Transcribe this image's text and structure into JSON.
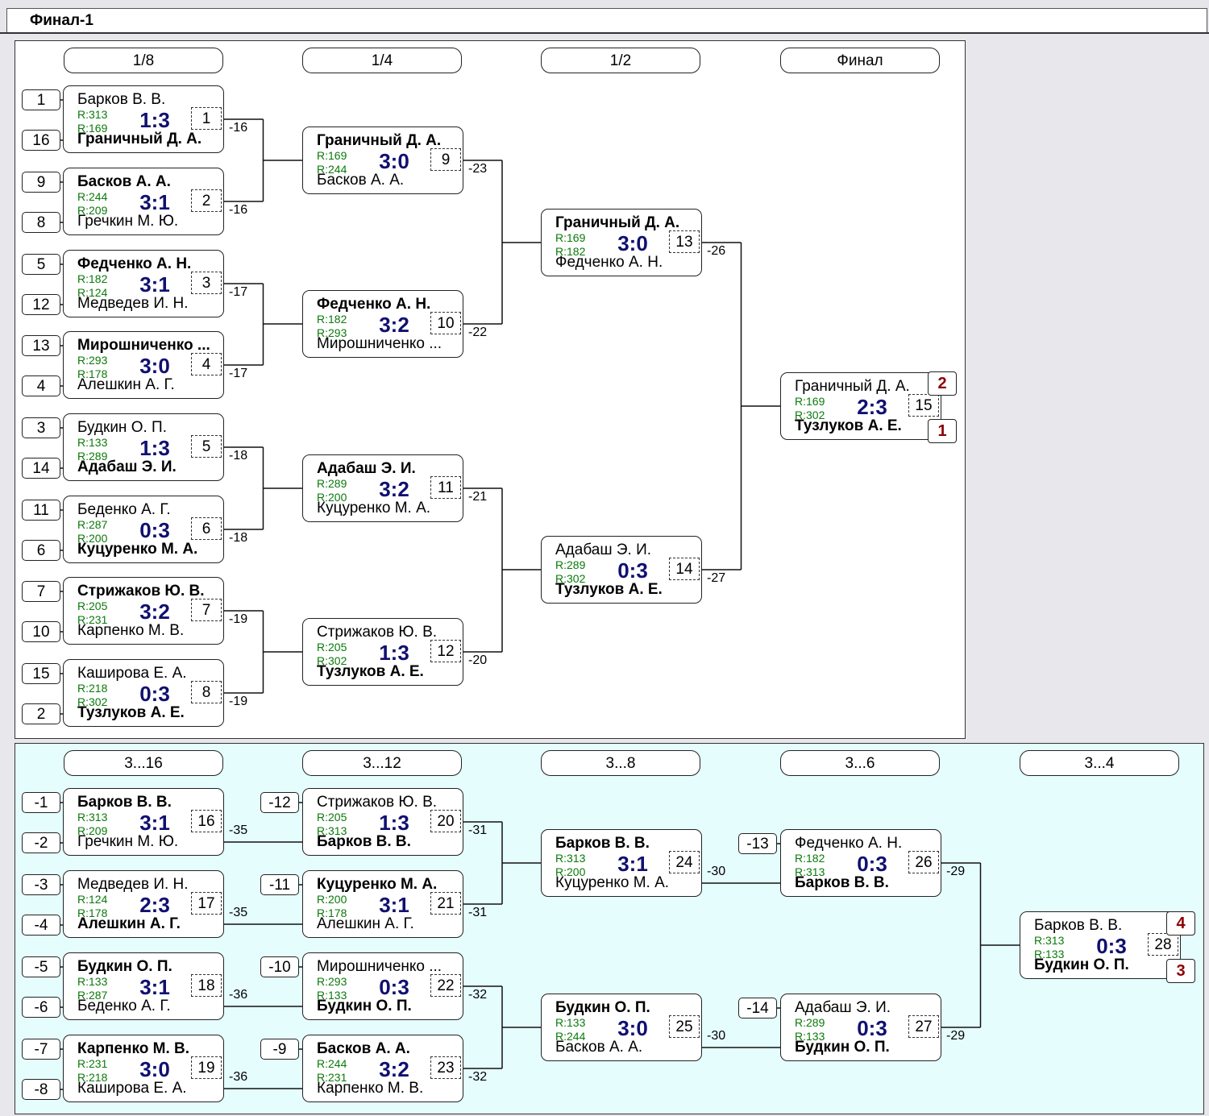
{
  "title": "Финал-1",
  "main_headers": [
    "1/8",
    "1/4",
    "1/2",
    "Финал"
  ],
  "cons_headers": [
    "3...16",
    "3...12",
    "3...8",
    "3...6",
    "3...4"
  ],
  "matches": [
    {
      "id": "1",
      "p1": "Барков В. В.",
      "r1": "R:313",
      "p2": "Граничный Д. А.",
      "r2": "R:169",
      "score": "1:3",
      "winner": 2,
      "loser_label": "-16"
    },
    {
      "id": "2",
      "p1": "Басков А. А.",
      "r1": "R:244",
      "p2": "Гречкин М. Ю.",
      "r2": "R:209",
      "score": "3:1",
      "winner": 1,
      "loser_label": "-16"
    },
    {
      "id": "3",
      "p1": "Федченко А. Н.",
      "r1": "R:182",
      "p2": "Медведев И. Н.",
      "r2": "R:124",
      "score": "3:1",
      "winner": 1,
      "loser_label": "-17"
    },
    {
      "id": "4",
      "p1": "Мирошниченко ...",
      "r1": "R:293",
      "p2": "Алешкин А. Г.",
      "r2": "R:178",
      "score": "3:0",
      "winner": 1,
      "loser_label": "-17"
    },
    {
      "id": "5",
      "p1": "Будкин О. П.",
      "r1": "R:133",
      "p2": "Адабаш Э. И.",
      "r2": "R:289",
      "score": "1:3",
      "winner": 2,
      "loser_label": "-18"
    },
    {
      "id": "6",
      "p1": "Беденко А. Г.",
      "r1": "R:287",
      "p2": "Куцуренко М. А.",
      "r2": "R:200",
      "score": "0:3",
      "winner": 2,
      "loser_label": "-18"
    },
    {
      "id": "7",
      "p1": "Стрижаков Ю. В.",
      "r1": "R:205",
      "p2": "Карпенко М. В.",
      "r2": "R:231",
      "score": "3:2",
      "winner": 1,
      "loser_label": "-19"
    },
    {
      "id": "8",
      "p1": "Каширова Е. А.",
      "r1": "R:218",
      "p2": "Тузлуков А. Е.",
      "r2": "R:302",
      "score": "0:3",
      "winner": 2,
      "loser_label": "-19"
    },
    {
      "id": "9",
      "p1": "Граничный Д. А.",
      "r1": "R:169",
      "p2": "Басков А. А.",
      "r2": "R:244",
      "score": "3:0",
      "winner": 1,
      "loser_label": "-23"
    },
    {
      "id": "10",
      "p1": "Федченко А. Н.",
      "r1": "R:182",
      "p2": "Мирошниченко ...",
      "r2": "R:293",
      "score": "3:2",
      "winner": 1,
      "loser_label": "-22"
    },
    {
      "id": "11",
      "p1": "Адабаш Э. И.",
      "r1": "R:289",
      "p2": "Куцуренко М. А.",
      "r2": "R:200",
      "score": "3:2",
      "winner": 1,
      "loser_label": "-21"
    },
    {
      "id": "12",
      "p1": "Стрижаков Ю. В.",
      "r1": "R:205",
      "p2": "Тузлуков А. Е.",
      "r2": "R:302",
      "score": "1:3",
      "winner": 2,
      "loser_label": "-20"
    },
    {
      "id": "13",
      "p1": "Граничный Д. А.",
      "r1": "R:169",
      "p2": "Федченко А. Н.",
      "r2": "R:182",
      "score": "3:0",
      "winner": 1,
      "loser_label": "-26"
    },
    {
      "id": "14",
      "p1": "Адабаш Э. И.",
      "r1": "R:289",
      "p2": "Тузлуков А. Е.",
      "r2": "R:302",
      "score": "0:3",
      "winner": 2,
      "loser_label": "-27"
    },
    {
      "id": "15",
      "p1": "Граничный Д. А.",
      "r1": "R:169",
      "p2": "Тузлуков А. Е.",
      "r2": "R:302",
      "score": "2:3",
      "winner": 2,
      "loser_label": ""
    },
    {
      "id": "16",
      "p1": "Барков В. В.",
      "r1": "R:313",
      "p2": "Гречкин М. Ю.",
      "r2": "R:209",
      "score": "3:1",
      "winner": 1,
      "loser_label": "-35"
    },
    {
      "id": "17",
      "p1": "Медведев И. Н.",
      "r1": "R:124",
      "p2": "Алешкин А. Г.",
      "r2": "R:178",
      "score": "2:3",
      "winner": 2,
      "loser_label": "-35"
    },
    {
      "id": "18",
      "p1": "Будкин О. П.",
      "r1": "R:133",
      "p2": "Беденко А. Г.",
      "r2": "R:287",
      "score": "3:1",
      "winner": 1,
      "loser_label": "-36"
    },
    {
      "id": "19",
      "p1": "Карпенко М. В.",
      "r1": "R:231",
      "p2": "Каширова Е. А.",
      "r2": "R:218",
      "score": "3:0",
      "winner": 1,
      "loser_label": "-36"
    },
    {
      "id": "20",
      "p1": "Стрижаков Ю. В.",
      "r1": "R:205",
      "p2": "Барков В. В.",
      "r2": "R:313",
      "score": "1:3",
      "winner": 2,
      "loser_label": "-31"
    },
    {
      "id": "21",
      "p1": "Куцуренко М. А.",
      "r1": "R:200",
      "p2": "Алешкин А. Г.",
      "r2": "R:178",
      "score": "3:1",
      "winner": 1,
      "loser_label": "-31"
    },
    {
      "id": "22",
      "p1": "Мирошниченко ...",
      "r1": "R:293",
      "p2": "Будкин О. П.",
      "r2": "R:133",
      "score": "0:3",
      "winner": 2,
      "loser_label": "-32"
    },
    {
      "id": "23",
      "p1": "Басков А. А.",
      "r1": "R:244",
      "p2": "Карпенко М. В.",
      "r2": "R:231",
      "score": "3:2",
      "winner": 1,
      "loser_label": "-32"
    },
    {
      "id": "24",
      "p1": "Барков В. В.",
      "r1": "R:313",
      "p2": "Куцуренко М. А.",
      "r2": "R:200",
      "score": "3:1",
      "winner": 1,
      "loser_label": "-30"
    },
    {
      "id": "25",
      "p1": "Будкин О. П.",
      "r1": "R:133",
      "p2": "Басков А. А.",
      "r2": "R:244",
      "score": "3:0",
      "winner": 1,
      "loser_label": "-30"
    },
    {
      "id": "26",
      "p1": "Федченко А. Н.",
      "r1": "R:182",
      "p2": "Барков В. В.",
      "r2": "R:313",
      "score": "0:3",
      "winner": 2,
      "loser_label": "-29"
    },
    {
      "id": "27",
      "p1": "Адабаш Э. И.",
      "r1": "R:289",
      "p2": "Будкин О. П.",
      "r2": "R:133",
      "score": "0:3",
      "winner": 2,
      "loser_label": "-29"
    },
    {
      "id": "28",
      "p1": "Барков В. В.",
      "r1": "R:313",
      "p2": "Будкин О. П.",
      "r2": "R:133",
      "score": "0:3",
      "winner": 2,
      "loser_label": ""
    }
  ],
  "seeds_main": [
    "1",
    "16",
    "9",
    "8",
    "5",
    "12",
    "13",
    "4",
    "3",
    "14",
    "11",
    "6",
    "7",
    "10",
    "15",
    "2"
  ],
  "seeds_cons_r1": [
    "-1",
    "-2",
    "-3",
    "-4",
    "-5",
    "-6",
    "-7",
    "-8"
  ],
  "seeds_cons_r2": [
    "-12",
    "-11",
    "-10",
    "-9"
  ],
  "seeds_cons_r4": [
    "-13",
    "-14"
  ],
  "places": [
    "2",
    "1",
    "4",
    "3"
  ]
}
